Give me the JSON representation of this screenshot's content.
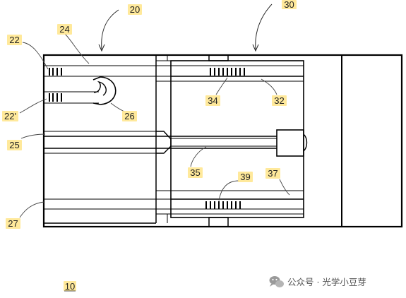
{
  "labels": {
    "r10": "10",
    "r20": "20",
    "r22": "22",
    "r22p": "22'",
    "r24": "24",
    "r25": "25",
    "r26": "26",
    "r27": "27",
    "r30": "30",
    "r32": "32",
    "r34": "34",
    "r35": "35",
    "r37": "37",
    "r39": "39"
  },
  "watermark": {
    "text": "公众号 · 光学小豆芽",
    "icon": "chat-bubbles-icon"
  },
  "colors": {
    "line": "#000000",
    "label_highlight": "#ffe58a",
    "watermark_text": "#555555"
  }
}
